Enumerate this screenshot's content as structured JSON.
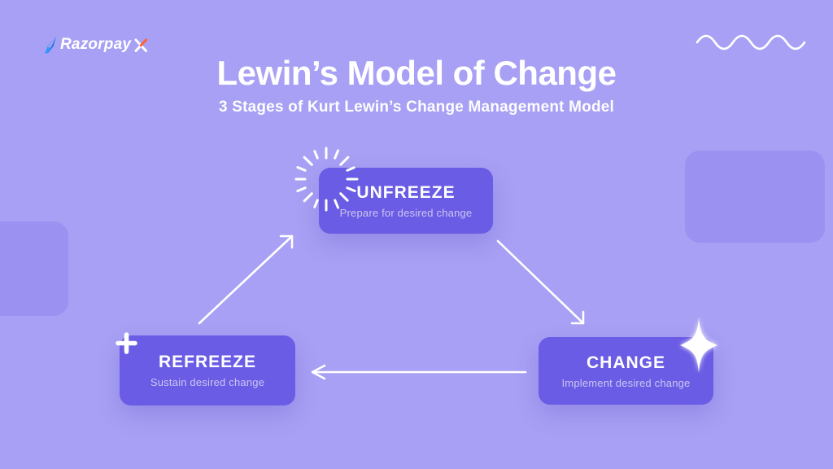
{
  "brand": {
    "name": "Razorpay",
    "suffix": "X"
  },
  "header": {
    "title": "Lewin’s Model of Change",
    "subtitle": "3 Stages of Kurt Lewin’s Change Management Model"
  },
  "diagram": {
    "type": "cycle-flow",
    "stages": [
      {
        "title": "UNFREEZE",
        "subtitle": "Prepare for desired change"
      },
      {
        "title": "CHANGE",
        "subtitle": "Implement desired change"
      },
      {
        "title": "REFREEZE",
        "subtitle": "Sustain desired change"
      }
    ],
    "arrows": [
      {
        "from": "UNFREEZE",
        "to": "CHANGE"
      },
      {
        "from": "CHANGE",
        "to": "REFREEZE"
      },
      {
        "from": "REFREEZE",
        "to": "UNFREEZE"
      }
    ]
  },
  "icons": {
    "logo_mark": "razorpay-arrow-icon",
    "decorations": [
      "wave-icon",
      "sunburst-icon",
      "plus-icon",
      "sparkle-icon"
    ]
  },
  "colors": {
    "background": "#a8a0f4",
    "card": "#6a5ce4",
    "card_subtitle": "#ccc6f3",
    "decor_rect": "#9b91f0",
    "text": "#ffffff",
    "logo_blue": "#3395ff",
    "logo_orange": "#ff6233"
  }
}
